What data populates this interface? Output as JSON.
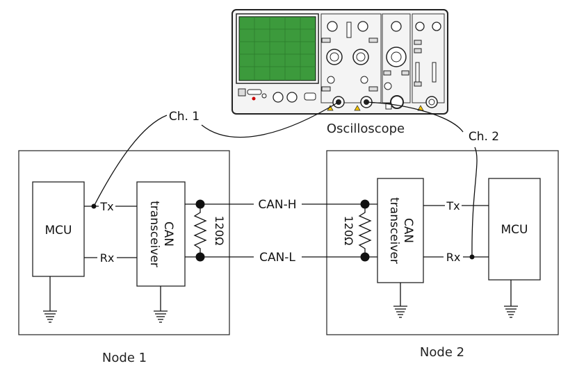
{
  "diagram": {
    "oscilloscope": {
      "label": "Oscilloscope"
    },
    "channels": {
      "ch1": "Ch. 1",
      "ch2": "Ch. 2"
    },
    "bus": {
      "can_h": "CAN-H",
      "can_l": "CAN-L"
    },
    "node1": {
      "label": "Node 1",
      "mcu": "MCU",
      "tx": "Tx",
      "rx": "Rx",
      "transceiver_line1": "CAN",
      "transceiver_line2": "transceiver",
      "resistor": "120Ω"
    },
    "node2": {
      "label": "Node 2",
      "mcu": "MCU",
      "tx": "Tx",
      "rx": "Rx",
      "transceiver_line1": "CAN",
      "transceiver_line2": "transceiver",
      "resistor": "120Ω"
    },
    "colors": {
      "screen": "#3c9a3c",
      "screen_grid": "#2a7a2a",
      "line": "#111111",
      "warning": "#f2c200"
    }
  }
}
